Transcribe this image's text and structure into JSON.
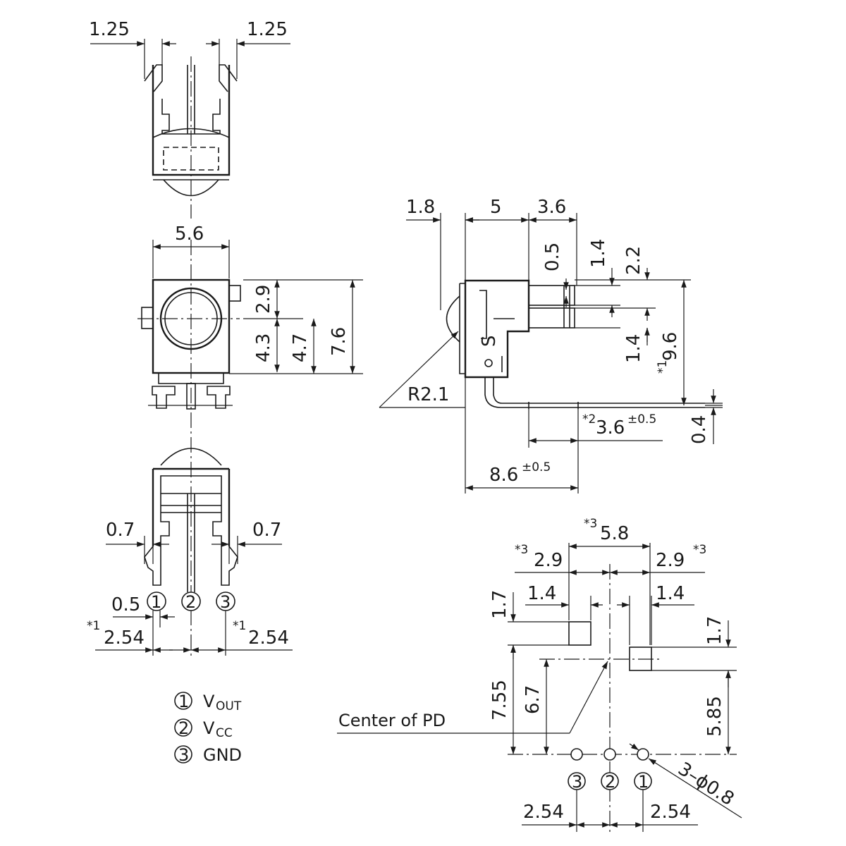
{
  "top_view": {
    "dim_left_width": "1.25",
    "dim_right_width": "1.25"
  },
  "front_view": {
    "dim_body_width": "5.6",
    "dim_top_to_center": "2.9",
    "dim_center_low": "4.3",
    "dim_center_to_bottom": "4.7",
    "dim_height": "7.6"
  },
  "bottom_view": {
    "dim_left_lead": "0.7",
    "dim_right_lead": "0.7",
    "dim_lead_thickness": "0.5",
    "dim_pitch_left": "2.54",
    "dim_pitch_right": "2.54",
    "note_mark": "*1",
    "pins": [
      "1",
      "2",
      "3"
    ]
  },
  "side_view": {
    "dim_lens": "1.8",
    "dim_body": "5",
    "dim_lead_block": "3.6",
    "dim_slot": "0.5",
    "dim_upper": "1.4",
    "dim_upper_total": "2.2",
    "dim_lower": "1.4",
    "dim_height": "9.6",
    "note_height": "*1",
    "dim_radius": "R2.1",
    "dim_lead_length": "3.6",
    "lead_length_tol": "±0.5",
    "note_lead": "*2",
    "dim_lead_thick": "0.4",
    "dim_total": "8.6",
    "total_tol": "±0.5",
    "logo_text": "S"
  },
  "pin_legend": [
    {
      "num": "1",
      "main": "V",
      "sub": "OUT"
    },
    {
      "num": "2",
      "main": "V",
      "sub": "CC"
    },
    {
      "num": "3",
      "main": "GND",
      "sub": ""
    }
  ],
  "footprint": {
    "dim_span": "5.8",
    "note_span": "*3",
    "dim_half_left": "2.9",
    "dim_half_right": "2.9",
    "note_half": "*3",
    "dim_pad_left": "1.4",
    "dim_pad_right": "1.4",
    "dim_pad_h_left": "1.7",
    "dim_pad_h_right": "1.7",
    "dim_overall": "7.55",
    "dim_pad_to_pins": "6.7",
    "dim_pd": "5.85",
    "label_pd": "Center of PD",
    "dim_holes": "3–ϕ0.8",
    "dim_pitch_left": "2.54",
    "dim_pitch_right": "2.54",
    "pins": [
      "3",
      "2",
      "1"
    ]
  }
}
